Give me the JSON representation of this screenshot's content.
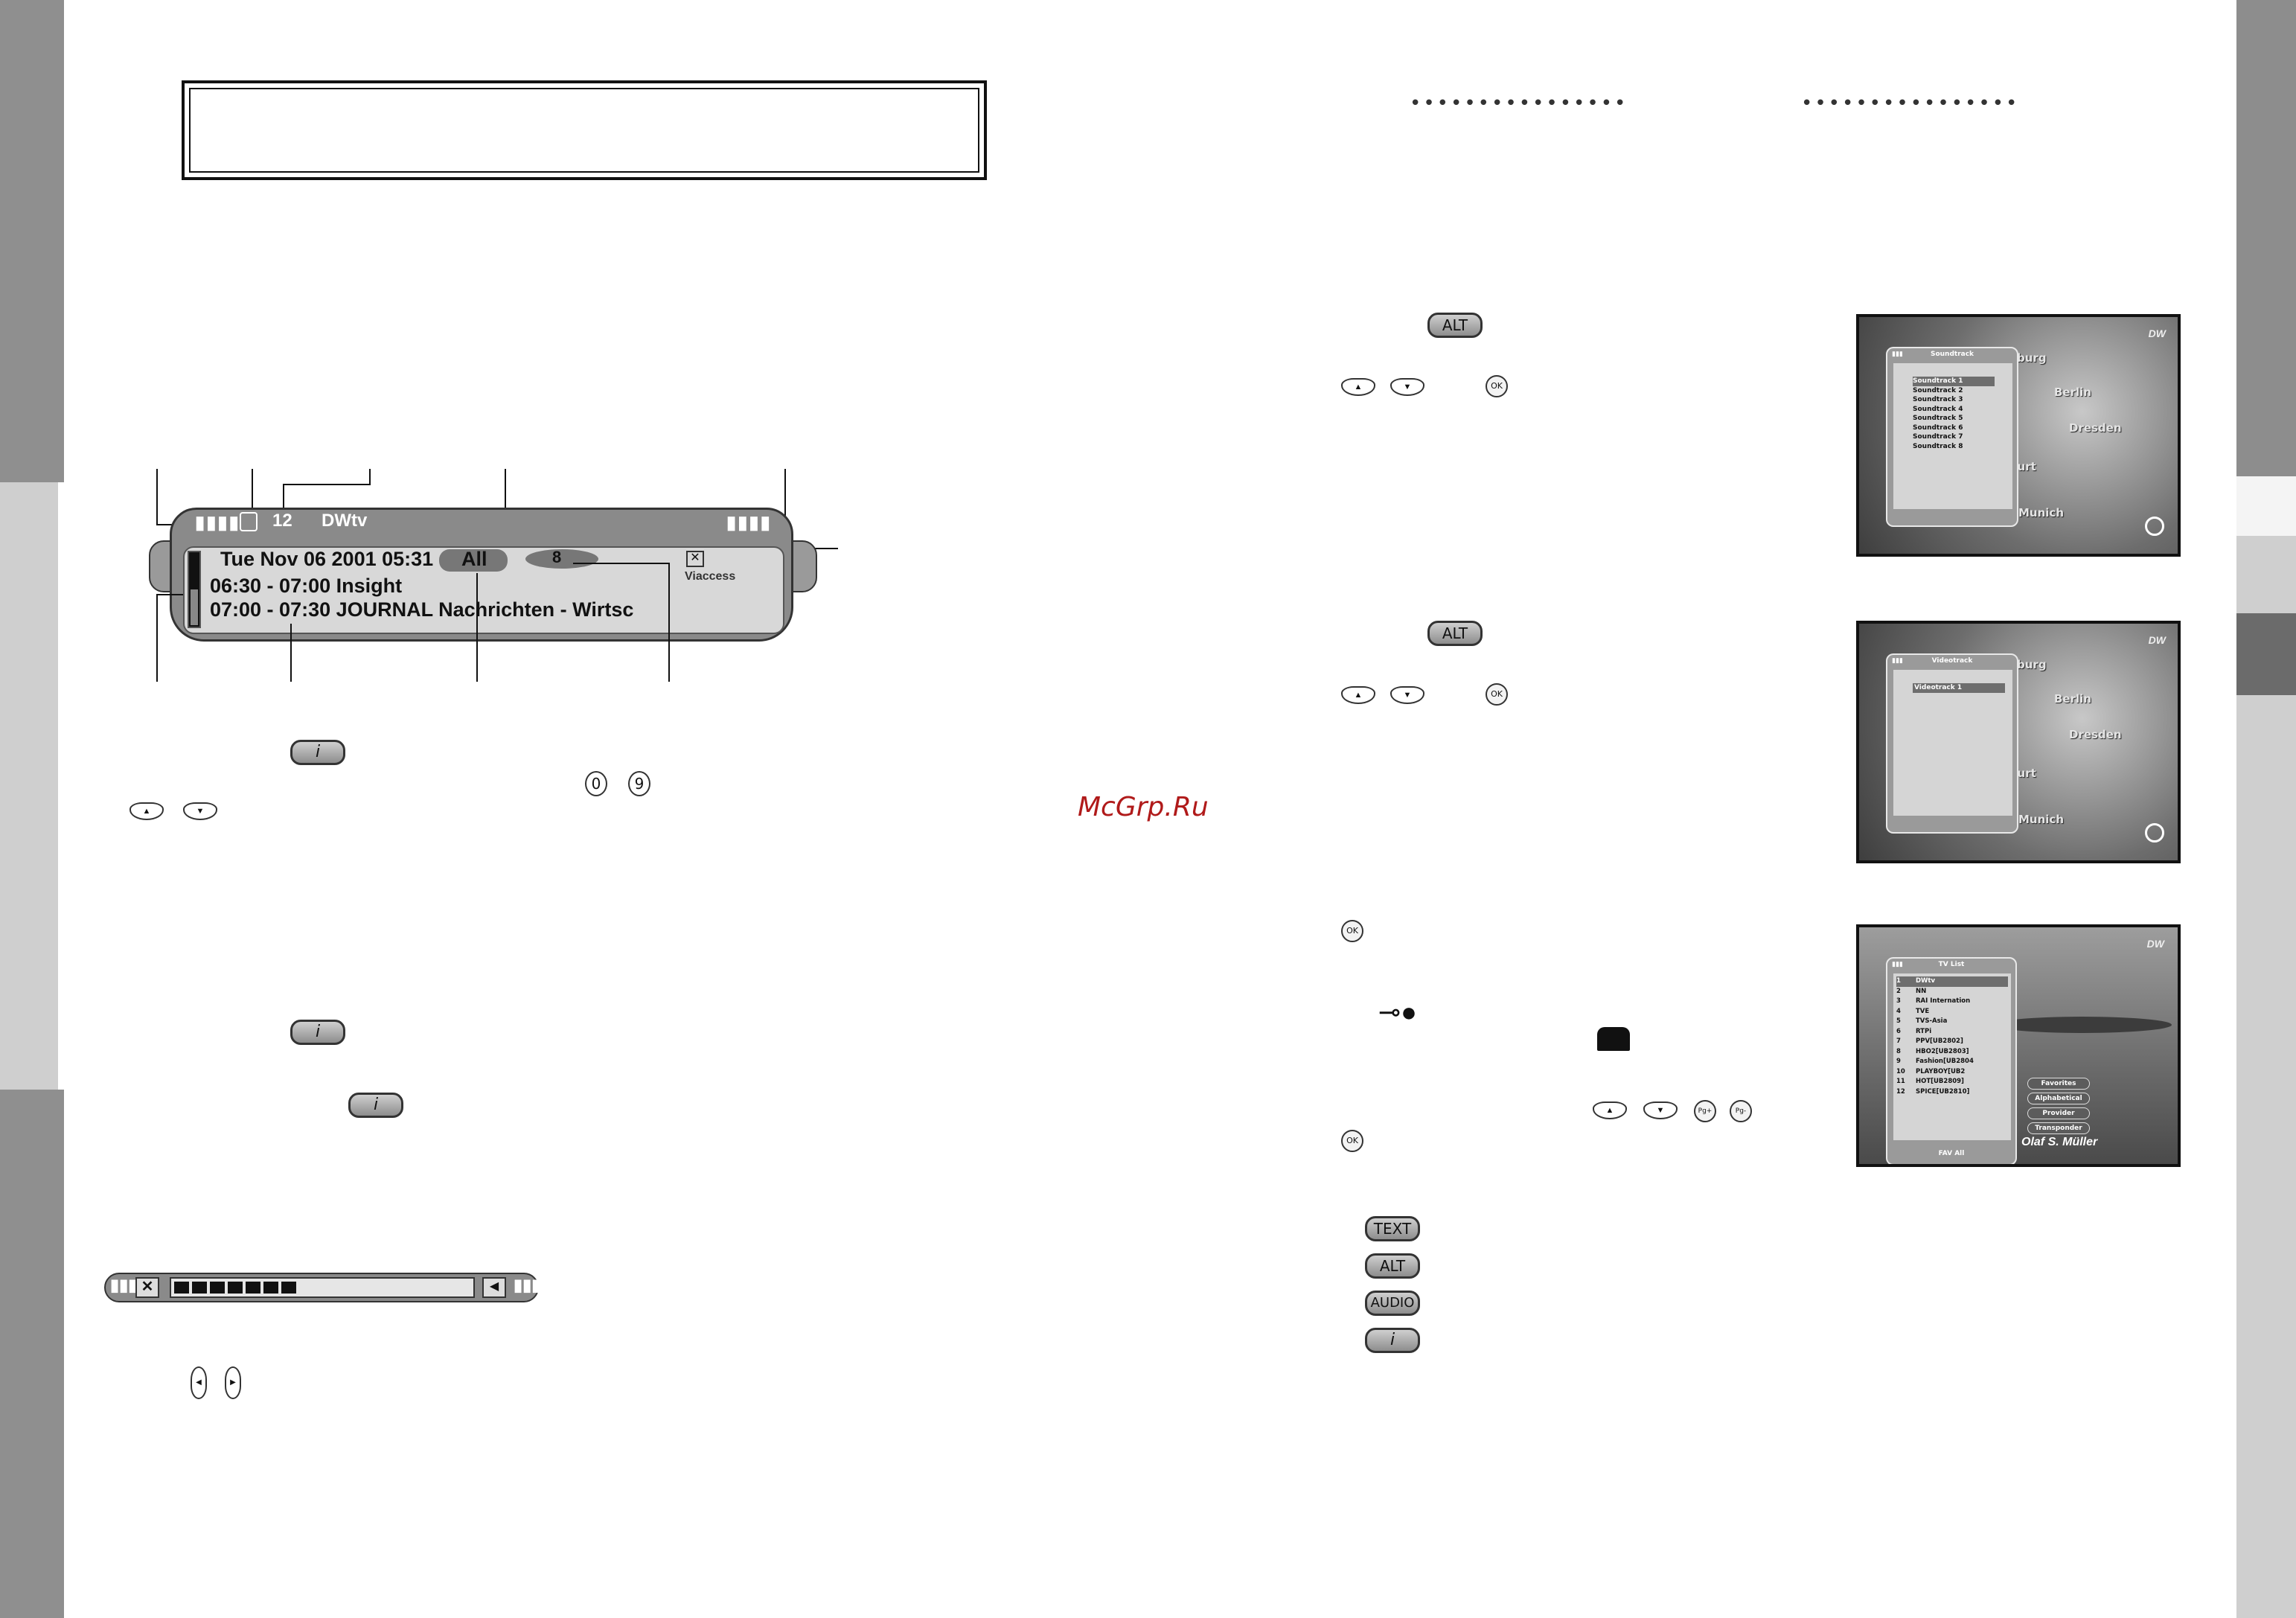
{
  "watermark": "McGrp.Ru",
  "dots": "••••••••••••••••",
  "buttons": {
    "info": "i",
    "alt": "ALT",
    "text": "TEXT",
    "audio": "AUDIO",
    "ok": "OK",
    "digit_from": "0",
    "digit_to": "9",
    "pg_up": "Pg+",
    "pg_down": "Pg-"
  },
  "info_bar": {
    "channel_number": "12",
    "channel_name": "DWtv",
    "datetime": "Tue Nov 06 2001 05:31",
    "age_rating": "All",
    "program_number": "8",
    "ca_system": "Viaccess",
    "events": [
      "06:30 - 07:00 Insight",
      "07:00 - 07:30 JOURNAL Nachrichten - Wirtsc"
    ]
  },
  "soundtrack_screen": {
    "title": "Soundtrack",
    "items": [
      "Soundtrack 1",
      "Soundtrack 2",
      "Soundtrack 3",
      "Soundtrack 4",
      "Soundtrack 5",
      "Soundtrack 6",
      "Soundtrack 7",
      "Soundtrack 8"
    ],
    "cities": [
      "burg",
      "Berlin",
      "Dresden",
      "furt",
      "Munich"
    ],
    "logo": "DW"
  },
  "videotrack_screen": {
    "title": "Videotrack",
    "items": [
      "Videotrack 1"
    ],
    "cities": [
      "burg",
      "Berlin",
      "Dresden",
      "furt",
      "Munich"
    ],
    "logo": "DW"
  },
  "tvlist_screen": {
    "title": "TV List",
    "channels": [
      {
        "num": "1",
        "name": "DWtv"
      },
      {
        "num": "2",
        "name": "NN"
      },
      {
        "num": "3",
        "name": "RAI Internation"
      },
      {
        "num": "4",
        "name": "TVE"
      },
      {
        "num": "5",
        "name": "TVS-Asia"
      },
      {
        "num": "6",
        "name": "RTPi"
      },
      {
        "num": "7",
        "name": "PPV[UB2802]"
      },
      {
        "num": "8",
        "name": "HBO2[UB2803]"
      },
      {
        "num": "9",
        "name": "Fashion[UB2804"
      },
      {
        "num": "10",
        "name": "PLAYBOY[UB2"
      },
      {
        "num": "11",
        "name": "HOT[UB2809]"
      },
      {
        "num": "12",
        "name": "SPICE[UB2810]"
      }
    ],
    "footer": "FAV All",
    "sort_options": [
      "Favorites",
      "Alphabetical",
      "Provider",
      "Transponder"
    ],
    "caption": "Olaf S. Müller",
    "logo": "DW"
  }
}
